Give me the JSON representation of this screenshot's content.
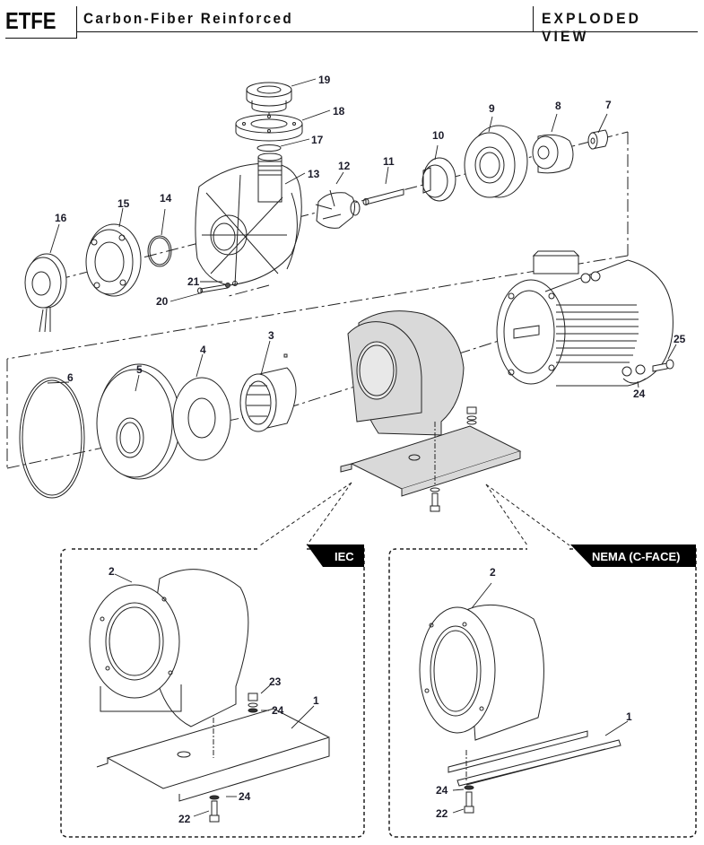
{
  "header": {
    "material": "ETFE",
    "subtitle": "Carbon-Fiber Reinforced",
    "view_title": "EXPLODED VIEW"
  },
  "colors": {
    "line": "#222222",
    "label": "#1c1c2a",
    "part_fill_gray": "#d9d9d9",
    "tag_bg": "#000000",
    "tag_text": "#ffffff"
  },
  "main_view": {
    "labels": {
      "p3": "3",
      "p4": "4",
      "p5": "5",
      "p6": "6",
      "p7": "7",
      "p8": "8",
      "p9": "9",
      "p10": "10",
      "p11": "11",
      "p12": "12",
      "p13": "13",
      "p14": "14",
      "p15": "15",
      "p16": "16",
      "p17": "17",
      "p18": "18",
      "p19": "19",
      "p20": "20",
      "p21": "21",
      "p24": "24",
      "p25": "25"
    }
  },
  "insets": [
    {
      "tag": "IEC",
      "labels": {
        "p1": "1",
        "p2": "2",
        "p22": "22",
        "p23": "23",
        "p24a": "24",
        "p24b": "24"
      }
    },
    {
      "tag": "NEMA (C-FACE)",
      "labels": {
        "p1": "1",
        "p2": "2",
        "p22": "22",
        "p24": "24"
      }
    }
  ]
}
